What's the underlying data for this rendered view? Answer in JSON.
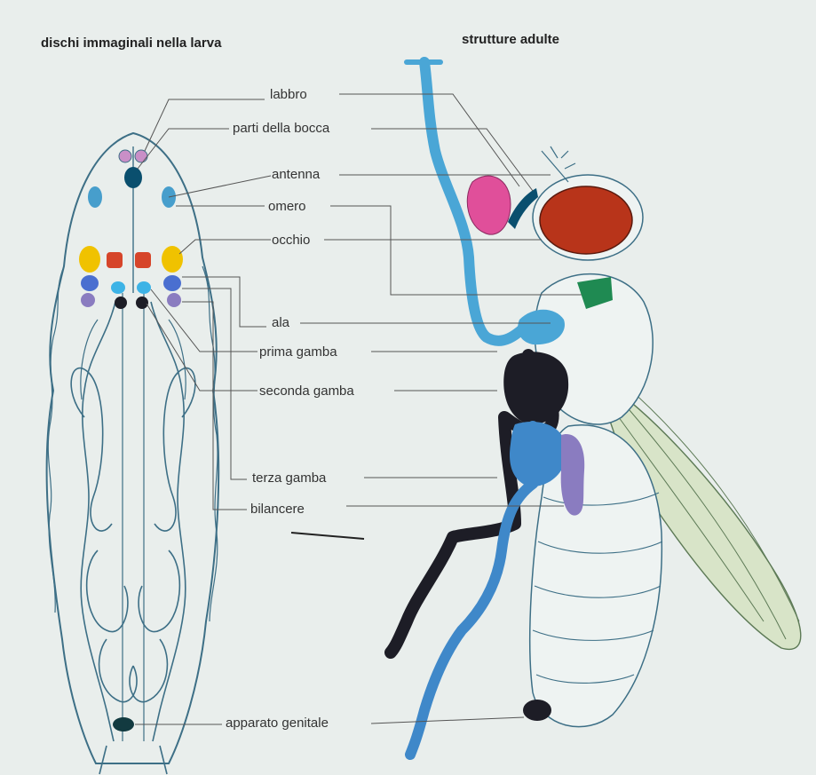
{
  "headings": {
    "larva": "dischi immaginali nella larva",
    "adult": "strutture adulte"
  },
  "labels": [
    "labbro",
    "parti della bocca",
    "antenna",
    "omero",
    "occhio",
    "ala",
    "prima gamba",
    "seconda gamba",
    "terza gamba",
    "bilancere",
    "apparato genitale"
  ],
  "colors": {
    "background": "#e9eeec",
    "outline": "#3d6f86",
    "labbro": "#d9a6d0",
    "parti_della_bocca": "#0a4f6e",
    "antenna": "#2a8fc7",
    "omero": "#1f8a52",
    "occhio": "#c03a1e",
    "ala": "#4aa6d6",
    "prima_gamba": "#3d9fd4",
    "seconda_gamba": "#222831",
    "terza_gamba": "#3f88c9",
    "bilancere": "#8a7cc0",
    "eye_antenna_disc": "#f0c200",
    "proboscis_adult": "#e04f9a",
    "wing": "#d8e4c8"
  }
}
